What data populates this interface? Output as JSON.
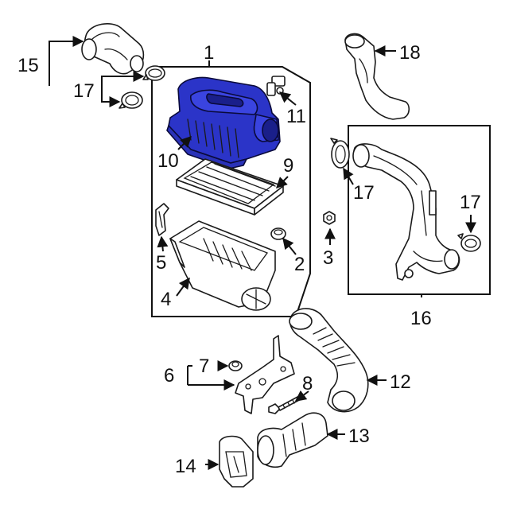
{
  "colors": {
    "highlight": "#2b34c8",
    "highlight_dark": "#1a1f8a",
    "line": "#1a1a1a"
  },
  "callouts": {
    "c1": "1",
    "c2": "2",
    "c3": "3",
    "c4": "4",
    "c5": "5",
    "c6": "6",
    "c7": "7",
    "c8": "8",
    "c9": "9",
    "c10": "10",
    "c11": "11",
    "c12": "12",
    "c13": "13",
    "c14": "14",
    "c15": "15",
    "c16": "16",
    "c17a": "17",
    "c17b": "17",
    "c17c": "17",
    "c18": "18"
  }
}
